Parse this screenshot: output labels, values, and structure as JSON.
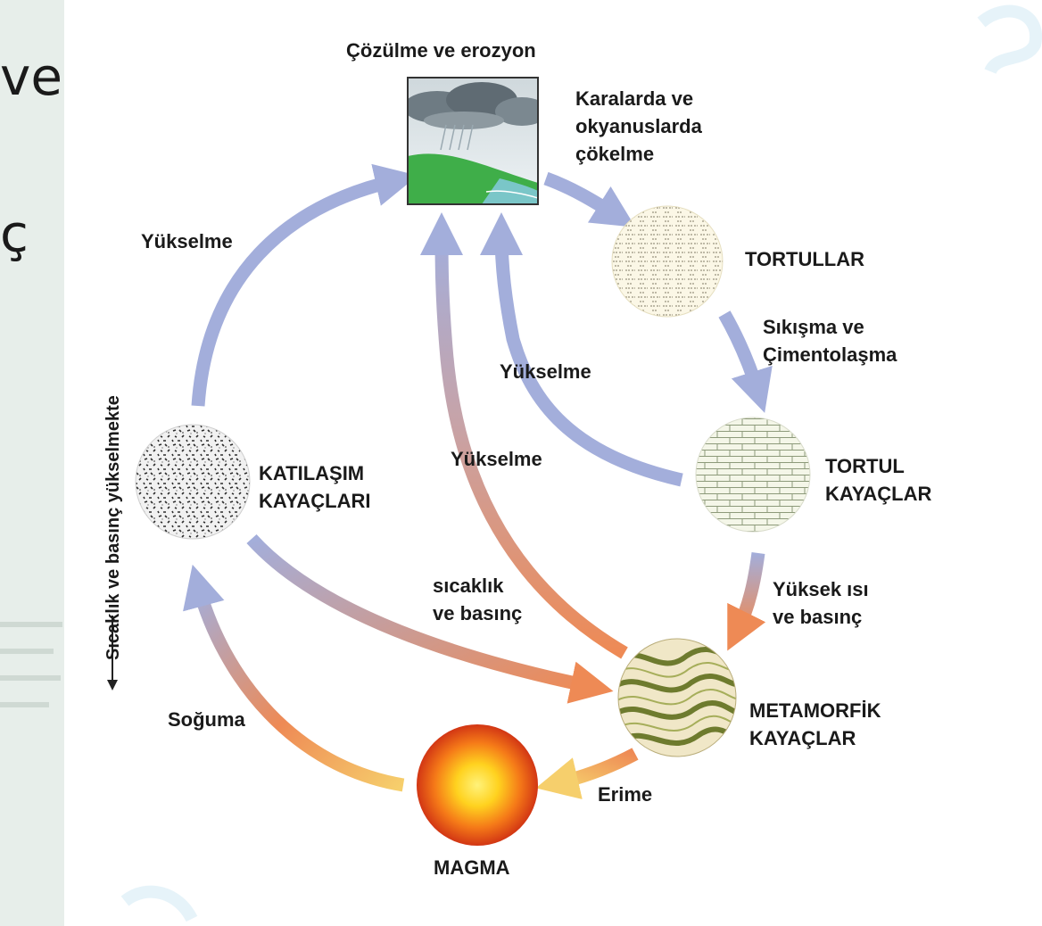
{
  "slide_fragments": {
    "line1": "ve",
    "line2": "ç"
  },
  "title_top": "Çözülme ve erozyon",
  "side_axis": "Sıcaklık ve basınç yükselmekte",
  "nodes": {
    "sediments": "TORTULLAR",
    "sedimentary_l1": "TORTUL",
    "sedimentary_l2": "KAYAÇLAR",
    "igneous_l1": "KATILAŞIM",
    "igneous_l2": "KAYAÇLARI",
    "metamorphic_l1": "METAMORFİK",
    "metamorphic_l2": "KAYAÇLAR",
    "magma": "MAGMA"
  },
  "processes": {
    "deposition_l1": "Karalarda ve",
    "deposition_l2": "okyanuslarda",
    "deposition_l3": "çökelme",
    "compaction_l1": "Sıkışma ve",
    "compaction_l2": "Çimentolaşma",
    "heat_l1": "Yüksek ısı",
    "heat_l2": "ve basınç",
    "melting": "Erime",
    "cooling": "Soğuma",
    "uplift_left": "Yükselme",
    "uplift_mid_upper": "Yükselme",
    "uplift_mid_lower": "Yükselme",
    "temp_l1": "sıcaklık",
    "temp_l2": "ve basınç"
  },
  "colors": {
    "blue_arrow": "#a3aedb",
    "orange_arrow": "#ee8a55",
    "yellow_arrow": "#f6cf6c",
    "land": "#3fae49",
    "magma_core": "#ffdd22",
    "magma_rim": "#d63b16"
  }
}
